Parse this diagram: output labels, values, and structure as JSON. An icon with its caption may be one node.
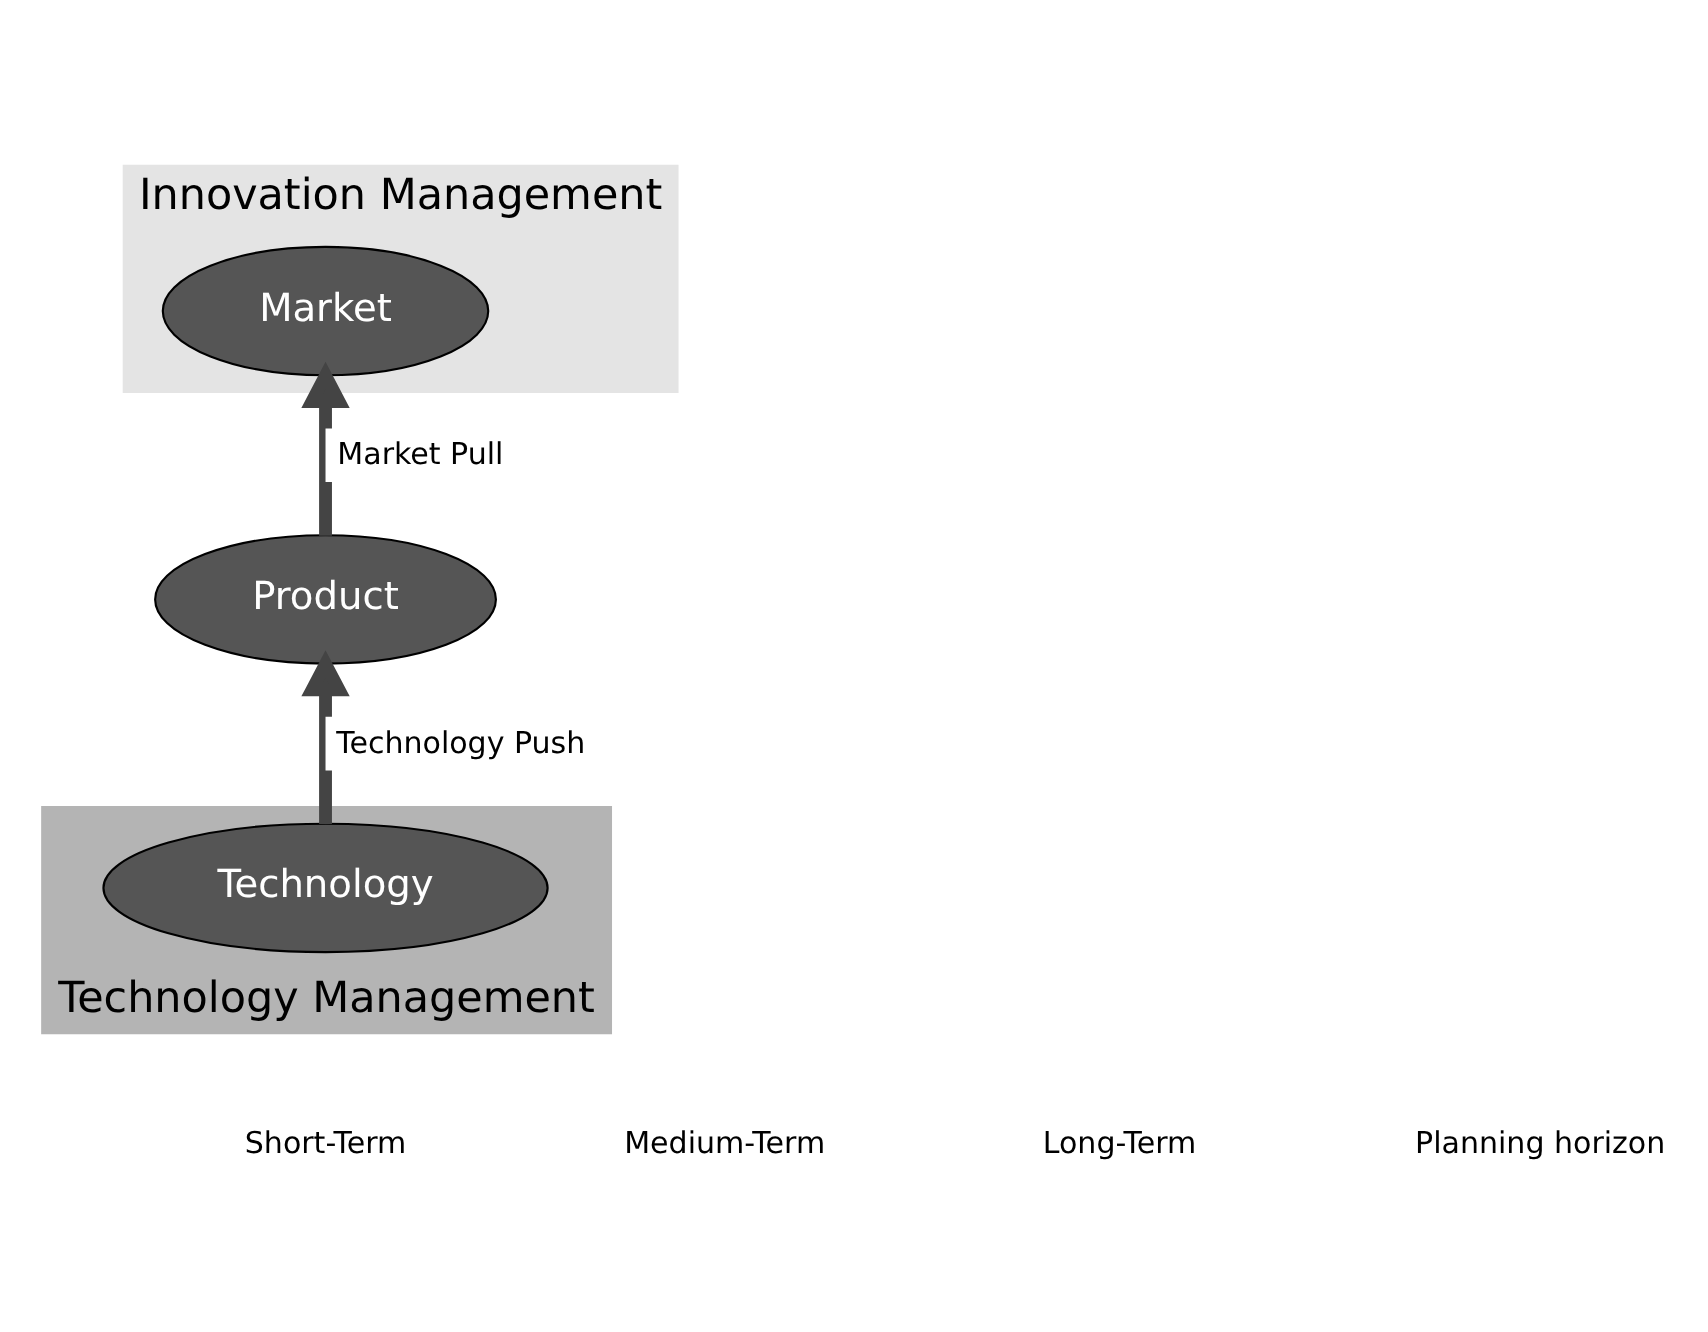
{
  "diagram": {
    "nodes": [
      {
        "text": [
          "Innovation Management"
        ]
      },
      {
        "text": [
          "Market"
        ],
        "in": 0
      },
      {
        "text": [
          "Technology Management"
        ]
      },
      {
        "text": [
          "Product"
        ]
      },
      {
        "text": [
          "Technology"
        ],
        "in": 2
      }
    ],
    "edges": [
      {
        "from": 3,
        "to": 1,
        "arrow": "to",
        "label": "Market Pull"
      },
      {
        "from": 4,
        "to": 3,
        "arrow": "to",
        "label": "Technology Push"
      }
    ],
    "labels": [
      "Short-Term",
      "Medium-Term",
      "Long-Term",
      "Planning horizon"
    ]
  }
}
